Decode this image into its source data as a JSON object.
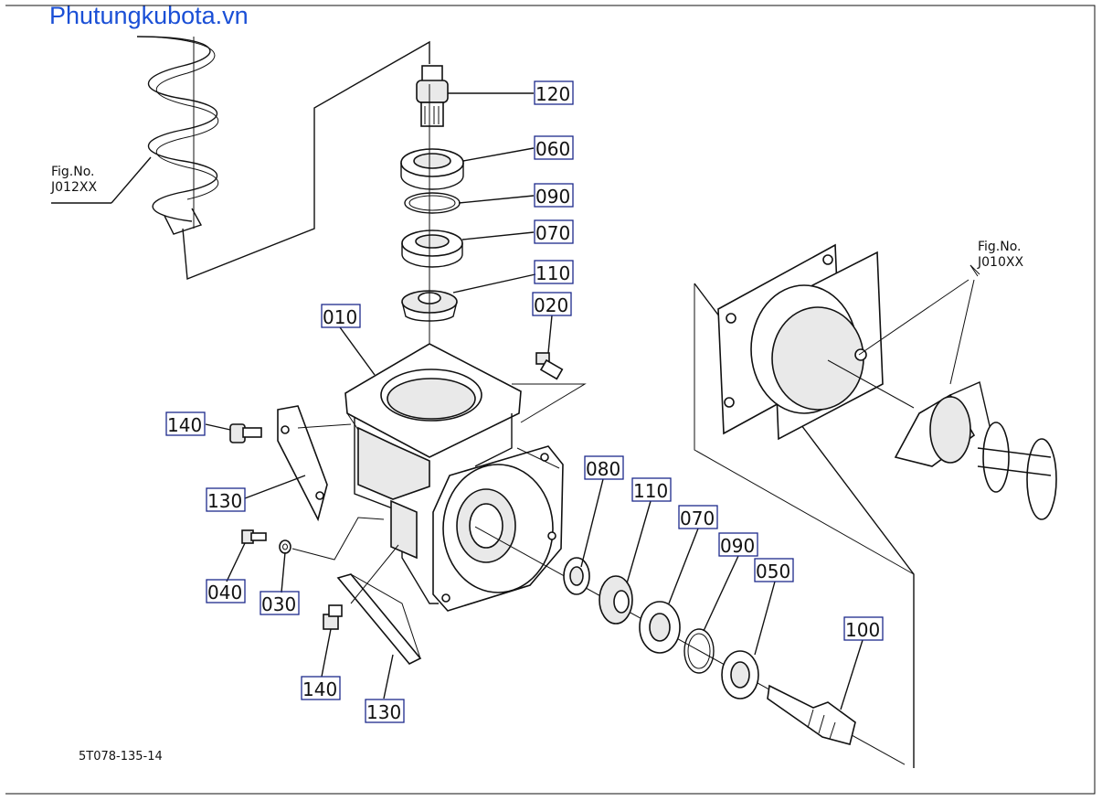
{
  "site": {
    "title": "Phutungkubota.vn"
  },
  "references": [
    {
      "line1": "Fig.No.",
      "line2": "J012XX"
    },
    {
      "line1": "Fig.No.",
      "line2": "J010XX"
    }
  ],
  "document": {
    "number": "5T078-135-14"
  },
  "callouts": [
    {
      "code": "120"
    },
    {
      "code": "060"
    },
    {
      "code": "090"
    },
    {
      "code": "070"
    },
    {
      "code": "110"
    },
    {
      "code": "020"
    },
    {
      "code": "010"
    },
    {
      "code": "140"
    },
    {
      "code": "130"
    },
    {
      "code": "040"
    },
    {
      "code": "030"
    },
    {
      "code": "140"
    },
    {
      "code": "130"
    },
    {
      "code": "080"
    },
    {
      "code": "110"
    },
    {
      "code": "070"
    },
    {
      "code": "090"
    },
    {
      "code": "050"
    },
    {
      "code": "100"
    }
  ],
  "colors": {
    "title": "#1a4fd6",
    "callout_box": "#1c2a8c",
    "ink": "#111111"
  }
}
